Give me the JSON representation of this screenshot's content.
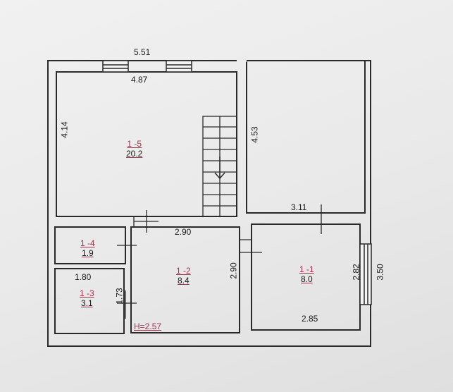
{
  "plan": {
    "outer_width": "5.51",
    "rooms": [
      {
        "id": "1 -5",
        "area": "20.2"
      },
      {
        "id": "1 -4",
        "area": "1.9"
      },
      {
        "id": "1 -3",
        "area": "3.1"
      },
      {
        "id": "1 -2",
        "area": "8.4"
      },
      {
        "id": "1 -1",
        "area": "8.0"
      }
    ],
    "dimensions": {
      "room5_width": "4.87",
      "room5_height": "4.14",
      "right_upper_height": "4.53",
      "room1_top_width": "3.11",
      "room2_width": "2.90",
      "room2_height": "2.90",
      "room3_width": "1.80",
      "room3_height": "1.73",
      "room1_height": "2.82",
      "room1_outer_height": "3.50",
      "room1_bottom_width": "2.85"
    },
    "ceiling_height": "H=2.57"
  },
  "colors": {
    "wall": "#2a2a2a",
    "accent": "#a0324a"
  }
}
